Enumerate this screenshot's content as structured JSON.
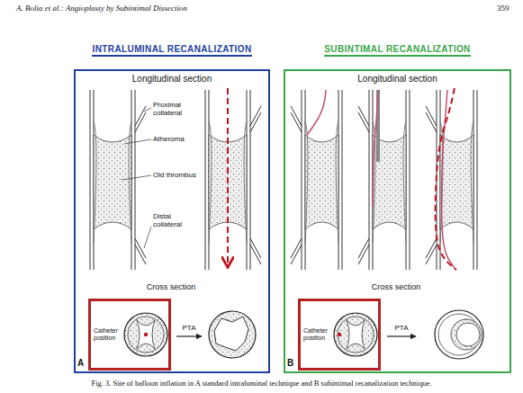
{
  "diagram": {
    "caption": "Fig. 3. Site of balloon inflation in A standard intraluminal technique and B subintimal recanalization technique.",
    "nodes": [
      {
        "text": [
          "INTRALUMINAL RECANALIZATION",
          "Longitudinal section"
        ]
      },
      {
        "text": [
          "Catheter position"
        ],
        "in": 0
      },
      {
        "text": [
          "SUBINTIMAL RECANALIZATION",
          "Longitudinal section"
        ]
      },
      {
        "text": [
          "Catheter position"
        ],
        "in": 2
      }
    ],
    "labels": [
      "A. Bolia et al.: Angioplasty by Subintimal Dissection",
      "359",
      "Proximal collateral",
      "Atheroma",
      "Old thrombus",
      "Distal collateral",
      "Cross section",
      "PTA",
      "A",
      "Cross section",
      "PTA",
      "B"
    ]
  }
}
